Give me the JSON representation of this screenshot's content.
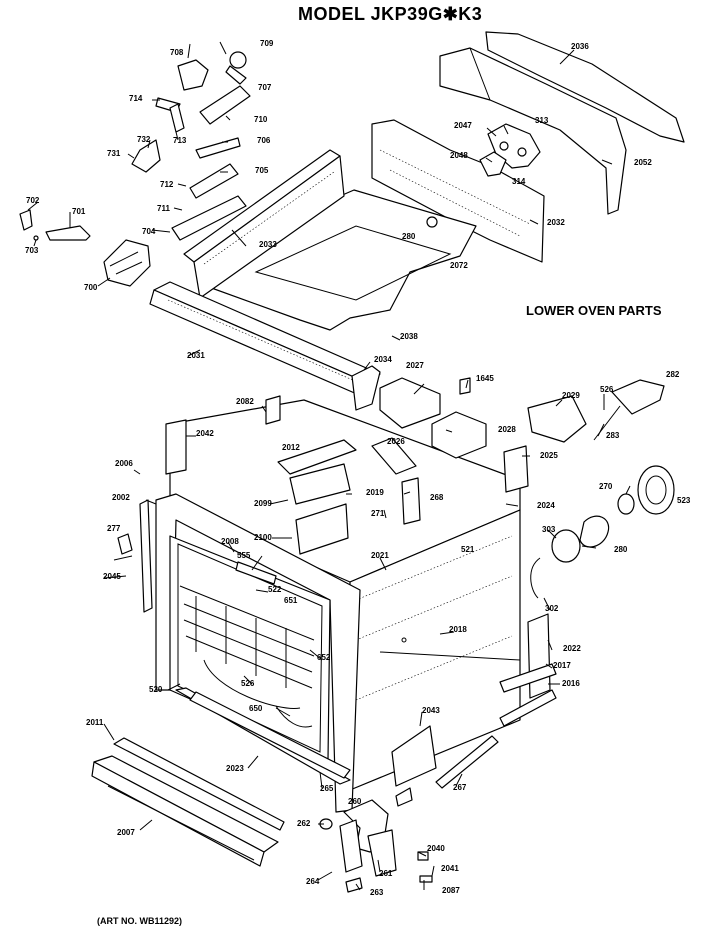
{
  "title": "MODEL JKP39G✱K3",
  "section": "LOWER OVEN PARTS",
  "art_number": "(ART NO. WB11292)",
  "callouts": {
    "c708": "708",
    "c709": "709",
    "c707": "707",
    "c714": "714",
    "c710": "710",
    "c713": "713",
    "c732": "732",
    "c706": "706",
    "c731": "731",
    "c705": "705",
    "c712": "712",
    "c711": "711",
    "c702": "702",
    "c701": "701",
    "c704": "704",
    "c703": "703",
    "c700": "700",
    "c2036": "2036",
    "c2047": "2047",
    "c313": "313",
    "c2048": "2048",
    "c314": "314",
    "c2052": "2052",
    "c2032": "2032",
    "c280": "280",
    "c2072": "2072",
    "c2033": "2033",
    "c2038": "2038",
    "c2031": "2031",
    "c2034": "2034",
    "c2027": "2027",
    "c1645": "1645",
    "c2082": "2082",
    "c2042": "2042",
    "c2029": "2029",
    "c526a": "526",
    "c282": "282",
    "c283": "283",
    "c2026": "2026",
    "c2028": "2028",
    "c2012": "2012",
    "c2006": "2006",
    "c2025": "2025",
    "c270": "270",
    "c523": "523",
    "c268": "268",
    "c2099": "2099",
    "c2019": "2019",
    "c2002": "2002",
    "c2024": "2024",
    "c271": "271",
    "c303": "303",
    "c280b": "280",
    "c2100": "2100",
    "c521": "521",
    "c277": "277",
    "c2008": "2008",
    "c555": "555",
    "c2045": "2045",
    "c2021": "2021",
    "c522": "522",
    "c302": "302",
    "c651": "651",
    "c2018": "2018",
    "c2022": "2022",
    "c652": "652",
    "c2017": "2017",
    "c2016": "2016",
    "c520": "520",
    "c526b": "526",
    "c650": "650",
    "c2043": "2043",
    "c2011": "2011",
    "c2023": "2023",
    "c265": "265",
    "c267": "267",
    "c260": "260",
    "c262": "262",
    "c2007": "2007",
    "c2040": "2040",
    "c2041": "2041",
    "c261": "261",
    "c264": "264",
    "c263": "263",
    "c2087": "2087"
  }
}
